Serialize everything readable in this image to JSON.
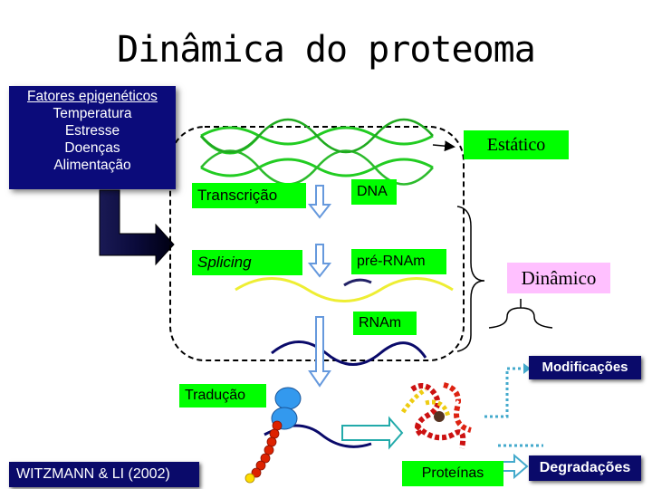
{
  "title": "Dinâmica do proteoma",
  "factors": {
    "heading": "Fatores epigenéticos",
    "items": [
      "Temperatura",
      "Estresse",
      "Doenças",
      "Alimentação"
    ]
  },
  "labels": {
    "estatico": "Estático",
    "dinamico": "Dinâmico",
    "transcricao": "Transcrição",
    "splicing": "Splicing",
    "dna": "DNA",
    "prerna": "pré-RNAm",
    "rnam": "RNAm",
    "traducao": "Tradução",
    "modificacoes": "Modificações",
    "proteinas": "Proteínas",
    "degradacoes": "Degradações"
  },
  "citation": "WITZMANN & LI (2002)",
  "colors": {
    "title": "#000000",
    "box_dark_blue": "#0b0b7a",
    "label_green": "#00ff00",
    "label_pink": "#ffc0ff",
    "dna_strand": "#22cc22",
    "rna_strand": "#eeee33",
    "mrna_strand": "#0a0a6a",
    "arrow_outline": "#6699dd",
    "ribosome": "#3399ee",
    "protein_chain": "#dd2200",
    "dotted_line": "#44aacc"
  }
}
